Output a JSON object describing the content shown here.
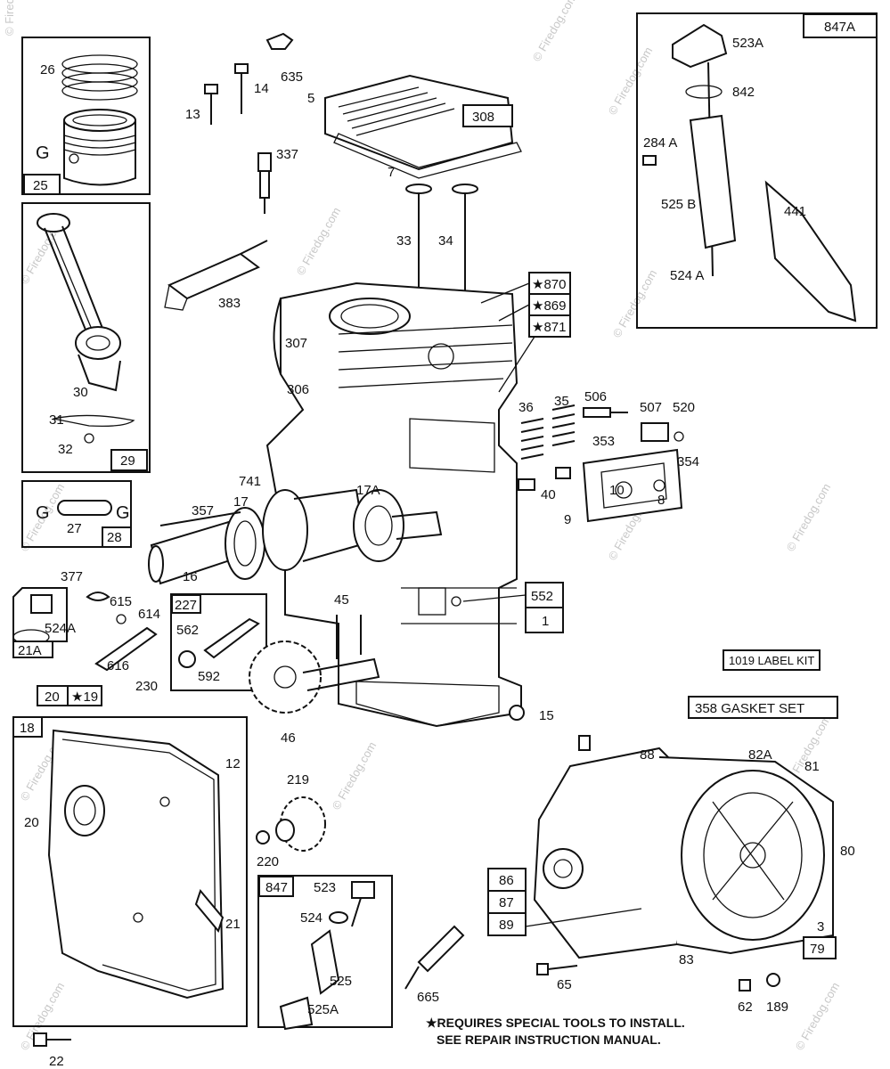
{
  "diagram": {
    "parts": {
      "p26": "26",
      "pG1": "G",
      "p25": "25",
      "p635": "635",
      "p5": "5",
      "p308": "308",
      "p13": "13",
      "p14": "14",
      "p337": "337",
      "p7": "7",
      "p33": "33",
      "p34": "34",
      "p383": "383",
      "p870": "870",
      "p869": "869",
      "p871": "871",
      "p307": "307",
      "p306": "306",
      "p30": "30",
      "p31": "31",
      "p32": "32",
      "p29": "29",
      "p36": "36",
      "p35": "35",
      "p506": "506",
      "p507": "507",
      "p520": "520",
      "p353": "353",
      "p354": "354",
      "p40": "40",
      "p10": "10",
      "p8": "8",
      "p9": "9",
      "p741": "741",
      "p17": "17",
      "p17A": "17A",
      "p357": "357",
      "pG2a": "G",
      "pG2b": "G",
      "p27": "27",
      "p28": "28",
      "p16": "16",
      "p377": "377",
      "p552": "552",
      "p1": "1",
      "p45": "45",
      "p524A_l": "524A",
      "p21A": "21A",
      "p615": "615",
      "p614": "614",
      "p227": "227",
      "p562": "562",
      "p592": "592",
      "p616": "616",
      "p230": "230",
      "p20box": "20",
      "p19": "19",
      "p18": "18",
      "p12": "12",
      "p20": "20",
      "p21": "21",
      "p22": "22",
      "p46": "46",
      "p15": "15",
      "p219": "219",
      "p220": "220",
      "p847": "847",
      "p523": "523",
      "p524": "524",
      "p525": "525",
      "p525A": "525A",
      "p665": "665",
      "p65": "65",
      "p62": "62",
      "p189": "189",
      "p847A": "847A",
      "p523A": "523A",
      "p842": "842",
      "p284A": "284 A",
      "p525B": "525 B",
      "p441": "441",
      "p524A_r": "524 A",
      "p88": "88",
      "p82A": "82A",
      "p81": "81",
      "p80": "80",
      "p86": "86",
      "p87": "87",
      "p89": "89",
      "p83": "83",
      "p3": "3",
      "p79": "79"
    },
    "label_kit": "1019 LABEL KIT",
    "gasket_set": "358 GASKET SET",
    "note_line1": "★REQUIRES SPECIAL TOOLS TO INSTALL.",
    "note_line2": "SEE REPAIR INSTRUCTION MANUAL.",
    "watermark": "© Firedog.com",
    "star": "★"
  }
}
